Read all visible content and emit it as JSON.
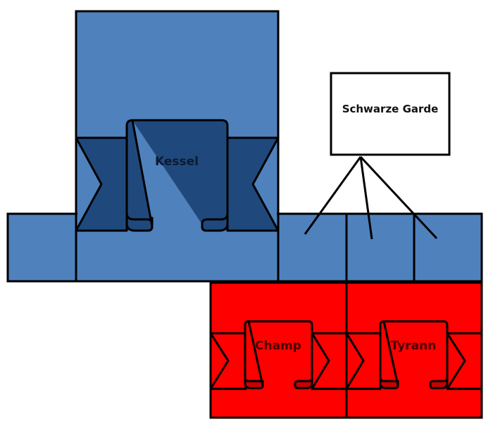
{
  "colors": {
    "blue": "#4F81BD",
    "dark_blue": "#1F497D",
    "red": "#FF0000",
    "dark_red": "#CC0000",
    "outline": "#000000",
    "box": "#FFFFFF"
  },
  "banners": {
    "kessel": "Kessel",
    "champ": "Champ",
    "tyrann": "Tyrann"
  },
  "box": {
    "label": "Schwarze Garde"
  }
}
